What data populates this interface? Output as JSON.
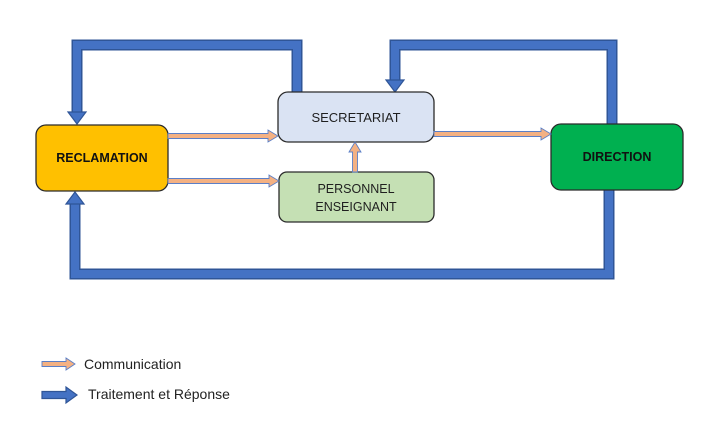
{
  "nodes": {
    "reclamation": {
      "label": "RECLAMATION",
      "fill": "#FFC000",
      "stroke": "#2b2b2b"
    },
    "secretariat": {
      "label": "SECRETARIAT",
      "fill": "#DAE3F3",
      "stroke": "#2b2b2b"
    },
    "personnel": {
      "line1": "PERSONNEL",
      "line2": "ENSEIGNANT",
      "fill": "#C5E0B4",
      "stroke": "#2b2b2b"
    },
    "direction": {
      "label": "DIRECTION",
      "fill": "#00B050",
      "stroke": "#2b2b2b"
    }
  },
  "legend": {
    "communication": {
      "label": "Communication"
    },
    "traitement": {
      "label": "Traitement et Réponse"
    }
  },
  "colors": {
    "communication_fill": "#F4B183",
    "communication_stroke": "#5B7FC7",
    "traitement_fill": "#4472C4",
    "traitement_stroke": "#2F5597"
  }
}
